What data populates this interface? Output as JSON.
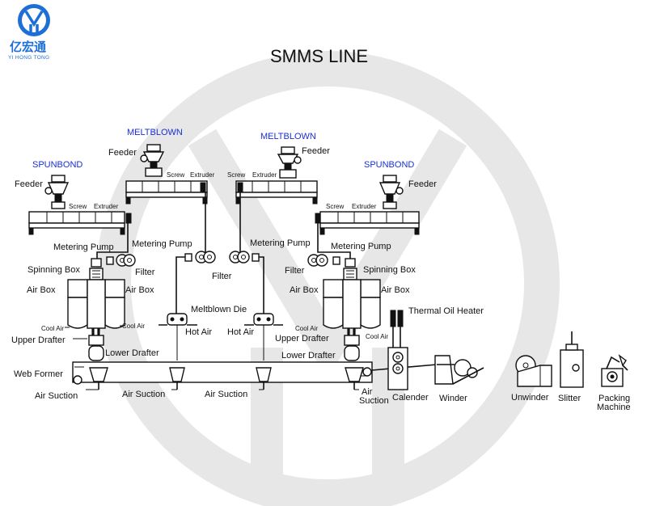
{
  "logo": {
    "name": "亿宏通",
    "sub": "YI HONG TONG",
    "color": "#1d6fd6"
  },
  "title": "SMMS LINE",
  "colors": {
    "accent_blue": "#1a2fd6",
    "line": "#111111",
    "watermark": "#f0f0f0"
  },
  "sections": {
    "spunbond": "SPUNBOND",
    "meltblown": "MELTBLOWN"
  },
  "labels": {
    "feeder": "Feeder",
    "screw": "Screw",
    "extruder": "Extruder",
    "metering_pump": "Metering Pump",
    "filter": "Filter",
    "spinning_box": "Spinning Box",
    "air_box": "Air Box",
    "cool_air": "Cool Air",
    "upper_drafter": "Upper Drafter",
    "lower_drafter": "Lower Drafter",
    "web_former": "Web Former",
    "air_suction": "Air Suction",
    "air": "Air",
    "suction": "Suction",
    "meltblown_die": "Meltblown Die",
    "hot_air": "Hot Air",
    "thermal_oil_heater": "Thermal Oil Heater",
    "calender": "Calender",
    "winder": "Winder",
    "unwinder": "Unwinder",
    "slitter": "Slitter",
    "packing": "Packing",
    "machine": "Machine"
  }
}
